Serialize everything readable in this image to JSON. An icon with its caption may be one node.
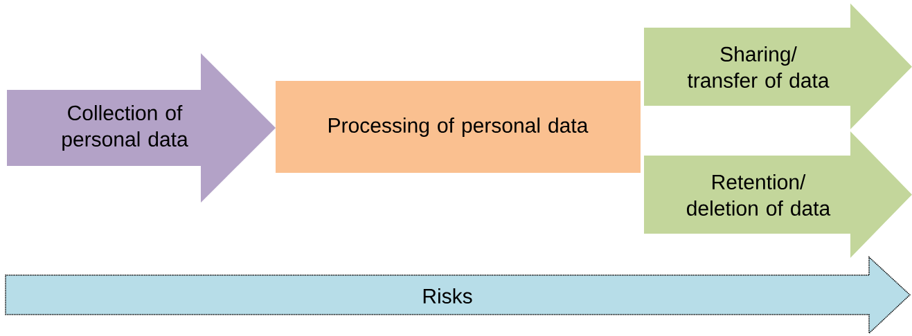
{
  "diagram": {
    "nodes": [
      {
        "text": [
          "Collection of personal data"
        ]
      },
      {
        "text": [
          "Processing of personal data"
        ]
      },
      {
        "text": [
          "Sharing/ transfer of data"
        ]
      },
      {
        "text": [
          "Retention/ deletion of data"
        ]
      },
      {
        "text": [
          "Risks"
        ]
      }
    ]
  }
}
